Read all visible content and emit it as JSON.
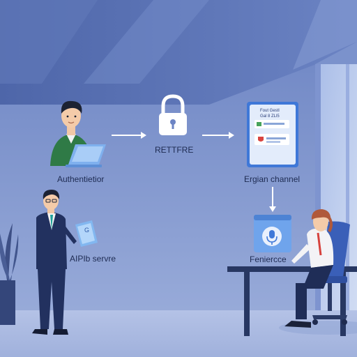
{
  "labels": {
    "authentication": "Authentietior",
    "lock_caption": "RETTFRE",
    "region_channel": "Ergian channel",
    "api_service": "AIPIb servre",
    "reference": "Feniercce"
  },
  "screen_card": {
    "line1": "Fout Gestl",
    "line2": "Gal 8 ZLl5"
  },
  "tablet_glyph": "G",
  "colors": {
    "sky": "#5a73b5",
    "wall": "#8fa3d3",
    "floor": "#aebde3",
    "accent": "#3f78d8",
    "alert_red": "#d9443f",
    "ok_green": "#48a35a"
  },
  "icons": [
    "padlock-icon",
    "arrow-right-icon",
    "arrow-down-icon",
    "microphone-icon"
  ]
}
